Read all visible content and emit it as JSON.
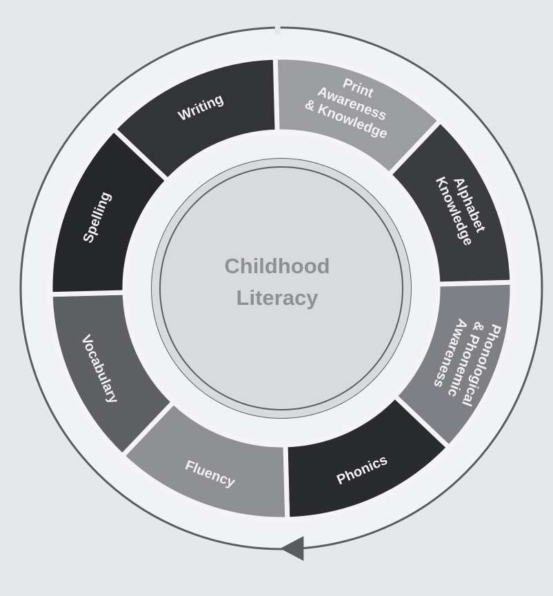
{
  "diagram": {
    "center": {
      "lines": [
        "Childhood",
        "Literacy"
      ]
    },
    "segments": [
      {
        "id": "print-awareness",
        "lines": [
          "Print",
          "Awareness",
          "& Knowledge"
        ],
        "color": "#9c9da1"
      },
      {
        "id": "alphabet-knowledge",
        "lines": [
          "Alphabet",
          "Knowledge"
        ],
        "color": "#3b3c3f"
      },
      {
        "id": "phonological-awareness",
        "lines": [
          "Phonological",
          "& Phonemic",
          "Awareness"
        ],
        "color": "#7f8085"
      },
      {
        "id": "phonics",
        "lines": [
          "Phonics"
        ],
        "color": "#2a2b2e"
      },
      {
        "id": "fluency",
        "lines": [
          "Fluency"
        ],
        "color": "#8f9094"
      },
      {
        "id": "vocabulary",
        "lines": [
          "Vocabulary"
        ],
        "color": "#5e5f63"
      },
      {
        "id": "spelling",
        "lines": [
          "Spelling"
        ],
        "color": "#26272a"
      },
      {
        "id": "writing",
        "lines": [
          "Writing"
        ],
        "color": "#333437"
      }
    ],
    "colors": {
      "background": "#e6e7ea",
      "band": "#f1f2f4",
      "center_fill": "#d9dadd",
      "outline": "#5a5b5f"
    }
  }
}
